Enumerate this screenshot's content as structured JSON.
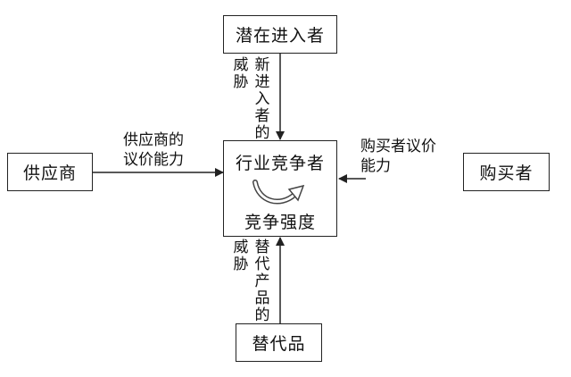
{
  "boxes": {
    "entrants": "潜在进入者",
    "suppliers": "供应商",
    "buyers": "购买者",
    "substitutes": "替代品"
  },
  "center": {
    "title": "行业竞争者",
    "subtitle": "竞争强度",
    "icon": "curved-rotation-arrow-icon"
  },
  "forces": {
    "entrants_col1": "威胁",
    "entrants_col2": "新进入者的",
    "supplier_line1": "供应商的",
    "supplier_line2": "议价能力",
    "buyer_line1": "购买者议价",
    "buyer_line2": "能力",
    "substitutes_col1": "威胁",
    "substitutes_col2": "替代产品的"
  },
  "colors": {
    "line": "#222222",
    "text": "#111111"
  }
}
